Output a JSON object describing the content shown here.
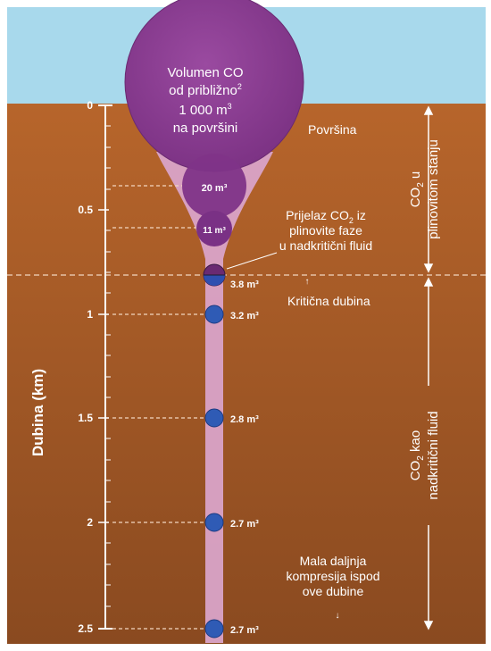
{
  "colors": {
    "sky": "#a8d9ec",
    "ground_top": "#b7652b",
    "ground_bottom": "#8a4a20",
    "funnel": "#d9a3c8",
    "bubble_large": "#8e3f93",
    "bubble_small": "#7a3185",
    "dot_blue": "#2f5bb5",
    "text_light": "#ffffff"
  },
  "surface_bubble": {
    "line1": "Volumen CO",
    "sup": "2",
    "line2": "od približno",
    "line3": "1 000 m",
    "line3_sup": "3",
    "line4": "na površini"
  },
  "axis": {
    "label": "Dubina (km)",
    "ticks": [
      "0",
      "0.5",
      "1",
      "1.5",
      "2",
      "2.5"
    ]
  },
  "volumes": {
    "v20": "20 m³",
    "v11": "11 m³",
    "v38": "3.8 m³",
    "v32": "3.2 m³",
    "v28": "2.8 m³",
    "v27a": "2.7 m³",
    "v27b": "2.7 m³"
  },
  "labels": {
    "surface": "Površina",
    "transition_l1": "Prijelaz CO",
    "transition_sub": "2",
    "transition_l1b": " iz",
    "transition_l2": "plinovite faze",
    "transition_l3": "u nadkritični fluid",
    "critical_depth": "Kritična dubina",
    "little_l1": "Mala daljnja",
    "little_l2": "kompresija ispod",
    "little_l3": "ove dubine"
  },
  "phases": {
    "gas_l1": "CO",
    "gas_sub": "2",
    "gas_l1b": " u",
    "gas_l2": "plinovitom stanju",
    "super_l1": "CO",
    "super_sub": "2",
    "super_l1b": " kao",
    "super_l2": "nadkritični fluid"
  }
}
